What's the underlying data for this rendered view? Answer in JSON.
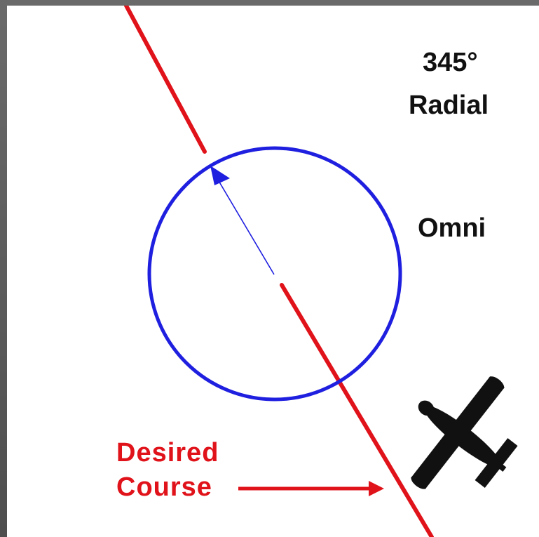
{
  "labels": {
    "radial_value": "345°",
    "radial_word": "Radial",
    "station": "Omni",
    "course_line1": "Desired",
    "course_line2": "Course"
  },
  "icons": {
    "aircraft": "airplane-icon",
    "arrow": "arrow-right-icon"
  },
  "colors": {
    "radial_line": "#e0121a",
    "omni_circle": "#1f1fe0",
    "text": "#111111",
    "course_text": "#e0121a",
    "aircraft": "#111111"
  }
}
